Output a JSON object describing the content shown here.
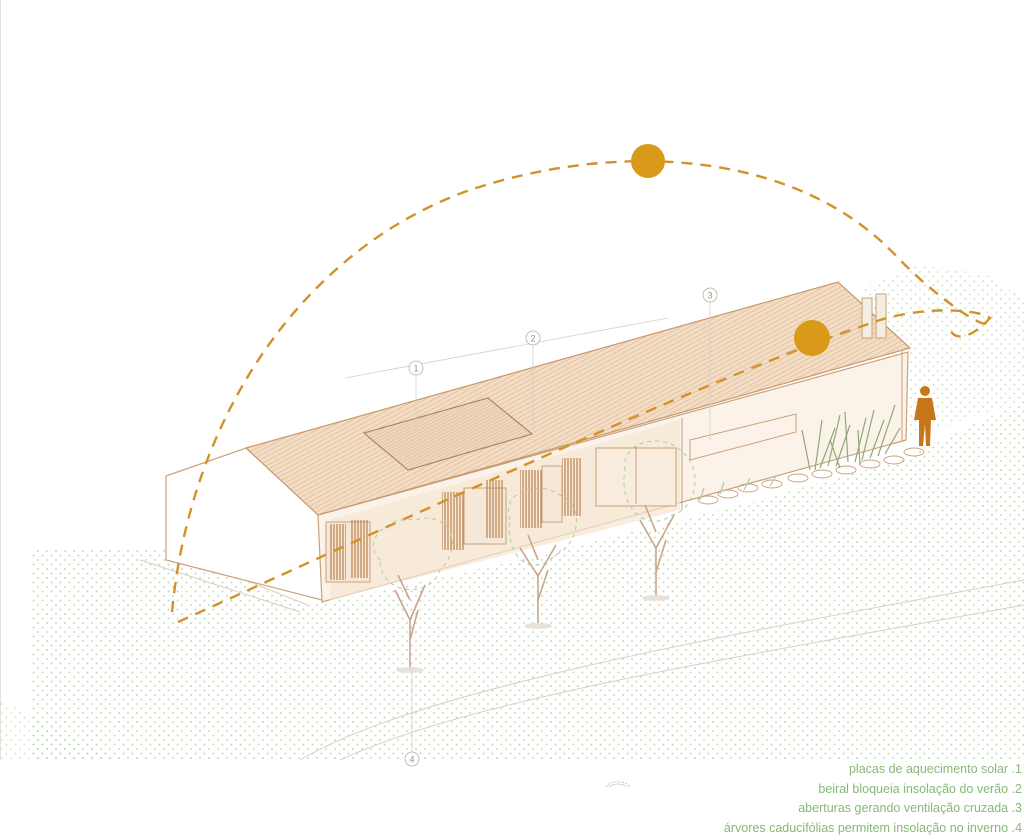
{
  "callouts": [
    {
      "number": "1"
    },
    {
      "number": "2"
    },
    {
      "number": "3"
    },
    {
      "number": "4"
    }
  ],
  "legend": [
    {
      "text": "placas de aquecimento solar .1"
    },
    {
      "text": "beiral bloqueia insolação do verão .2"
    },
    {
      "text": "aberturas gerando ventilação cruzada .3"
    },
    {
      "text": "árvores caducifólias permitem insolação no inverno .4"
    }
  ],
  "colors": {
    "sun": "#d99a1a",
    "sun_path": "#d2922a",
    "structure": "#c9a27a",
    "ground_dots": "#a8d09a",
    "legend_text": "#86b878",
    "person": "#c8761a",
    "tree": "#c8a68a"
  }
}
